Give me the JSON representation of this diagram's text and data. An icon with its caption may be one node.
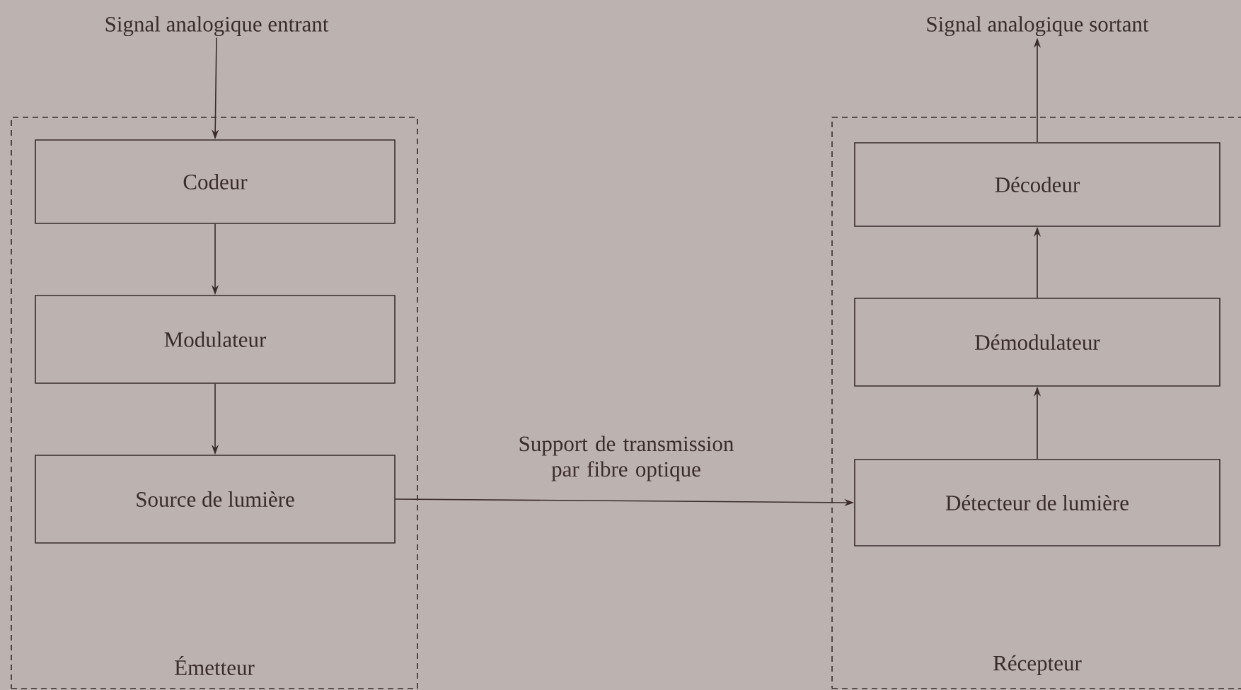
{
  "diagram": {
    "nodes": [
      {
        "text": [
          "Signal analogique entrant"
        ]
      },
      {
        "text": [
          "Émetteur"
        ]
      },
      {
        "text": [
          "Codeur"
        ],
        "in": 1
      },
      {
        "text": [
          "Modulateur"
        ],
        "in": 1
      },
      {
        "text": [
          "Source de lumière"
        ],
        "in": 1
      },
      {
        "text": [
          "Signal analogique sortant"
        ]
      },
      {
        "text": [
          "Récepteur"
        ]
      },
      {
        "text": [
          "Décodeur"
        ],
        "in": 6
      },
      {
        "text": [
          "Démodulateur"
        ],
        "in": 6
      },
      {
        "text": [
          "Détecteur de lumière"
        ],
        "in": 6
      }
    ],
    "edges": [
      {
        "from": 0,
        "to": 2,
        "arrow": "to"
      },
      {
        "from": 2,
        "to": 3,
        "arrow": "to"
      },
      {
        "from": 3,
        "to": 4,
        "arrow": "to"
      },
      {
        "from": 4,
        "to": 9,
        "arrow": "to",
        "label": "Support de transmission par fibre optique"
      },
      {
        "from": 9,
        "to": 8,
        "arrow": "to"
      },
      {
        "from": 8,
        "to": 7,
        "arrow": "to"
      },
      {
        "from": 7,
        "to": 5,
        "arrow": "to"
      }
    ]
  }
}
